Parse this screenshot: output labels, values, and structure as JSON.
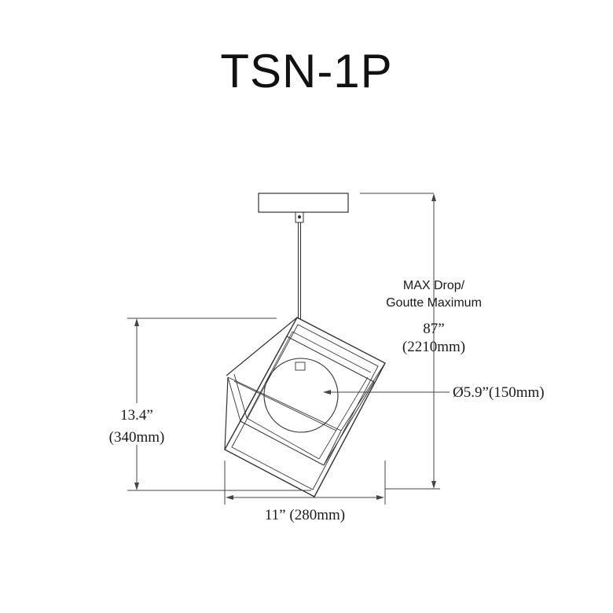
{
  "title": "TSN-1P",
  "max_drop": {
    "label_line1": "MAX Drop/",
    "label_line2": "Goutte Maximum",
    "imperial": "87”",
    "metric": "(2210mm)"
  },
  "height": {
    "imperial": "13.4”",
    "metric": "(340mm)"
  },
  "width": {
    "text": "11” (280mm)"
  },
  "globe": {
    "text": "Ø5.9”(150mm)"
  }
}
